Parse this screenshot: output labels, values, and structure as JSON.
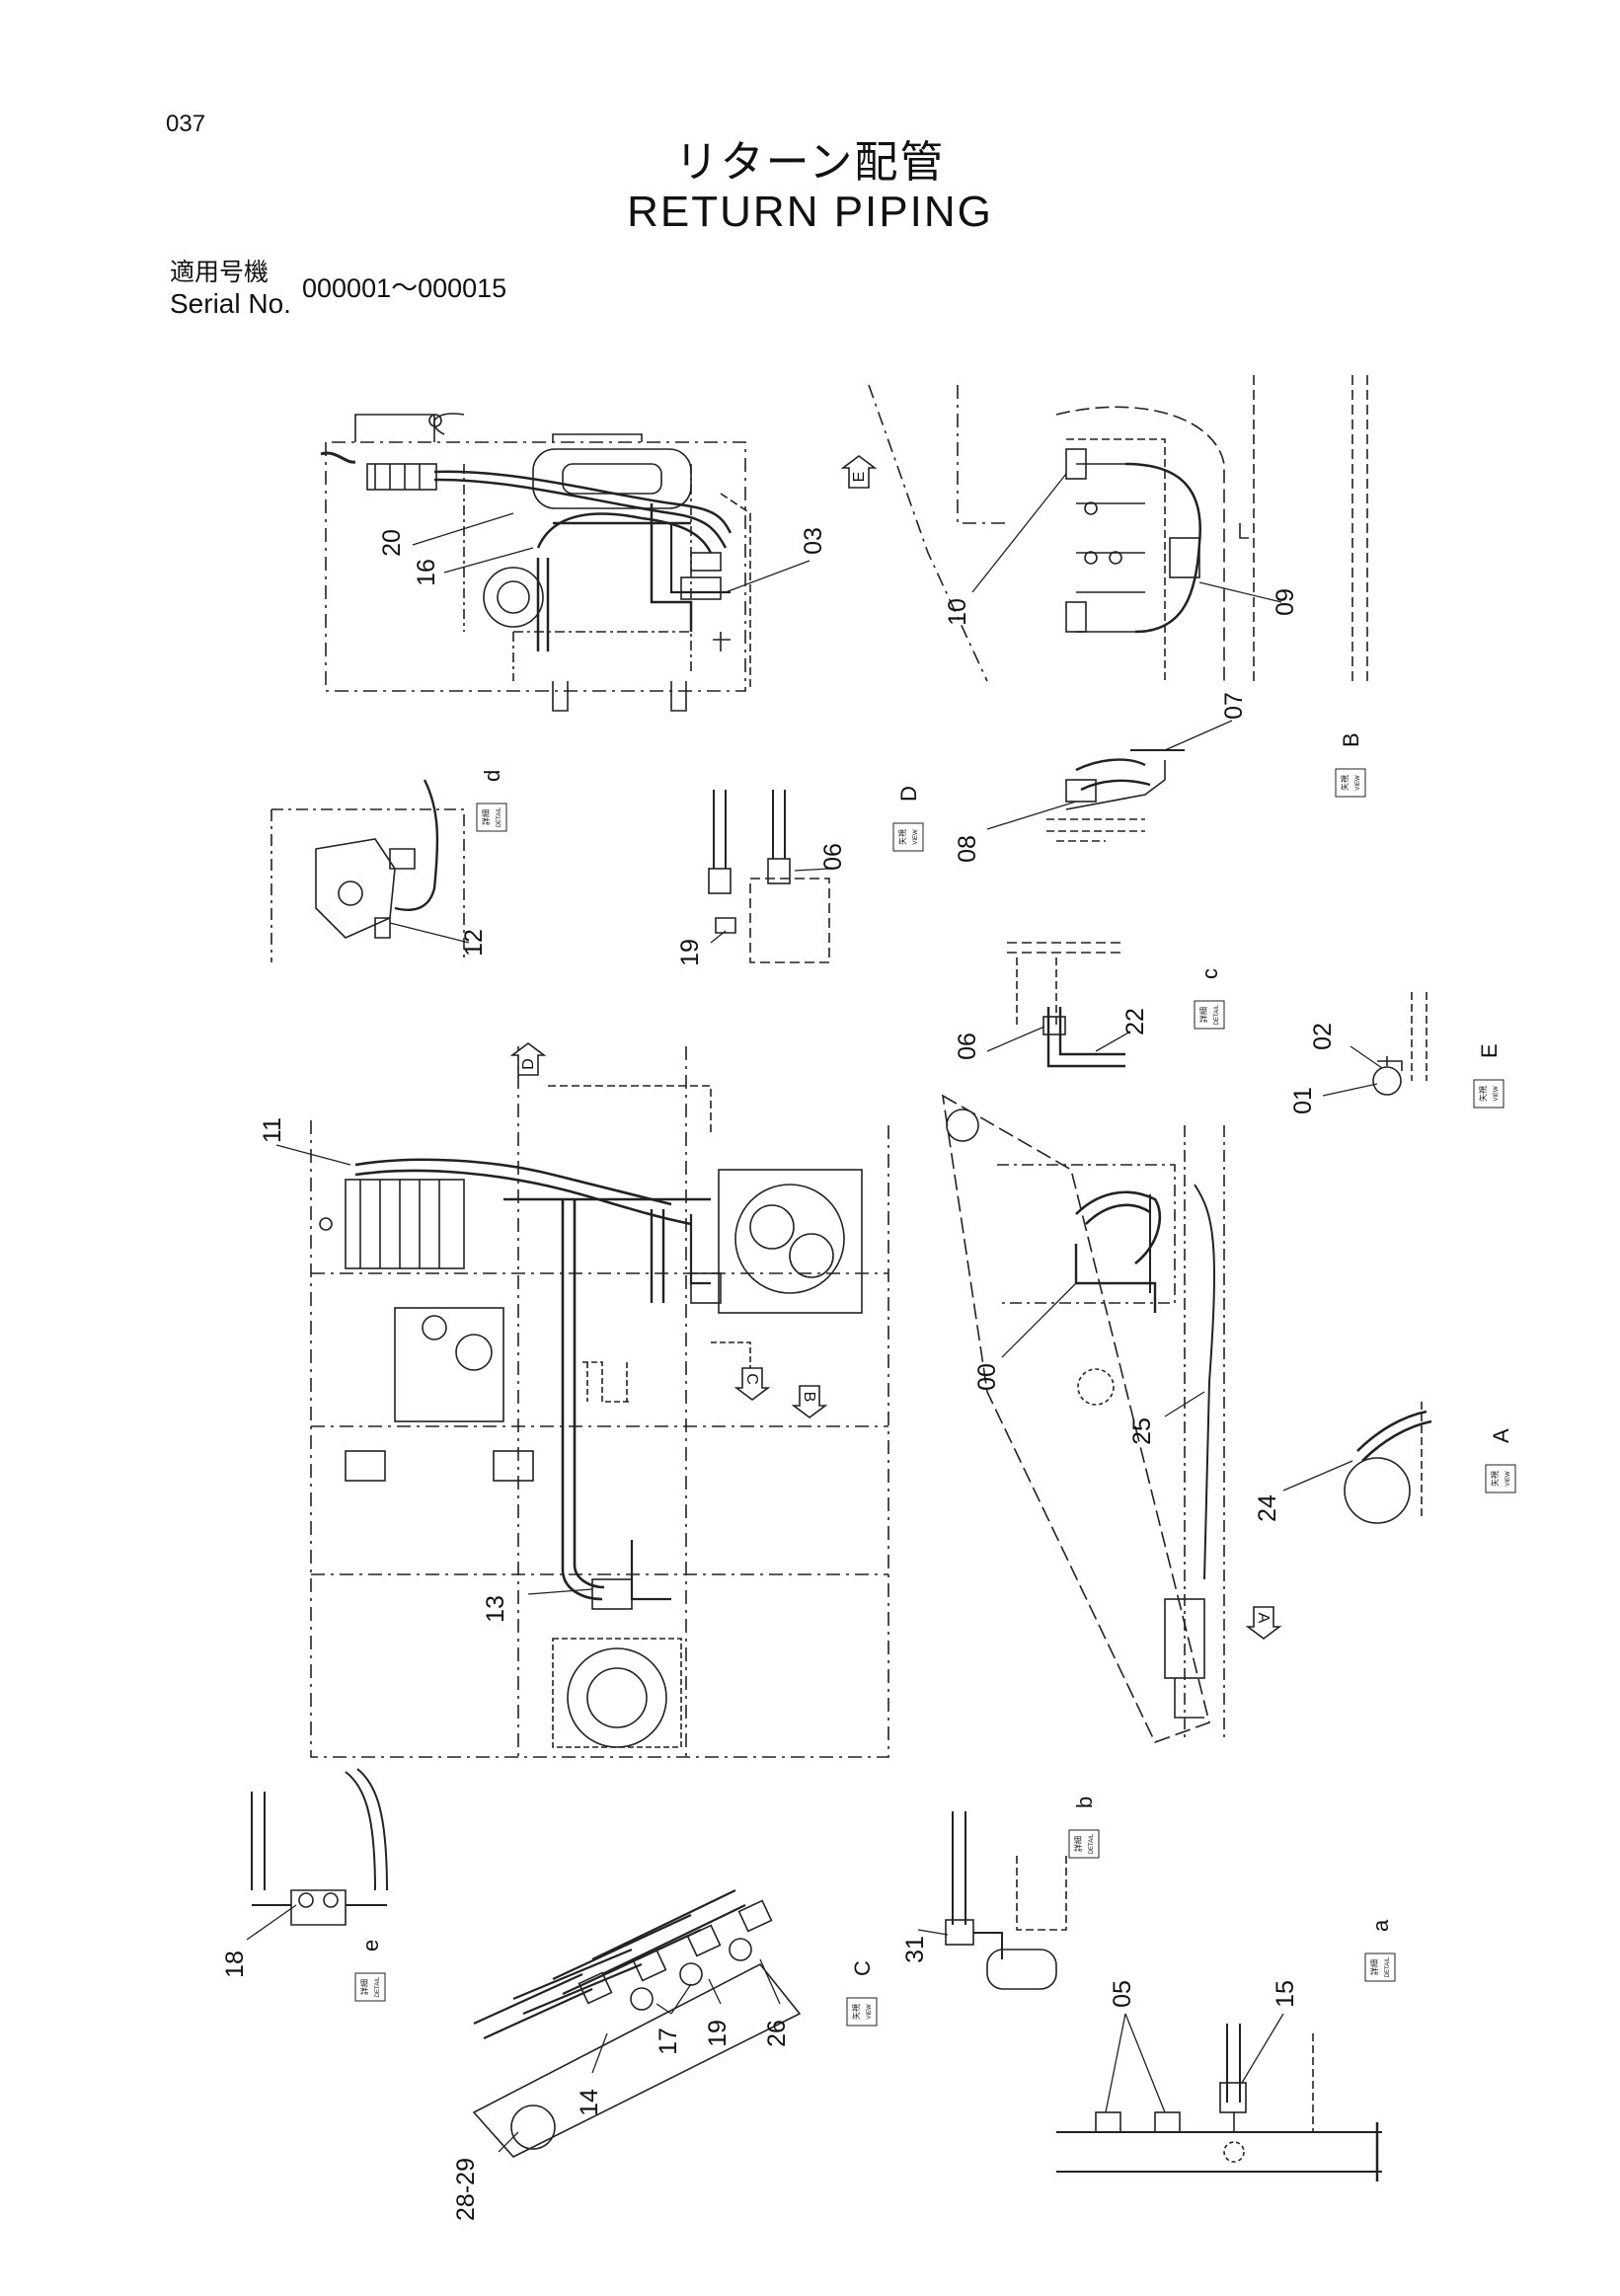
{
  "page_number": "037",
  "title_jp": "リターン配管",
  "title_en": "RETURN   PIPING",
  "serial_label_jp": "適用号機",
  "serial_label_en": "Serial No.",
  "serial_range": "000001～000015",
  "callouts": [
    "20",
    "16",
    "03",
    "10",
    "09",
    "07",
    "08",
    "06",
    "19",
    "12",
    "22",
    "06",
    "02",
    "01",
    "11",
    "00",
    "25",
    "24",
    "13",
    "18",
    "31",
    "26",
    "19",
    "17",
    "14",
    "28-29",
    "05",
    "15"
  ],
  "view_tags": [
    {
      "kind": "DETAIL",
      "jp": "詳細",
      "letter": "d"
    },
    {
      "kind": "VIEW",
      "jp": "矢視",
      "letter": "D"
    },
    {
      "kind": "VIEW",
      "jp": "矢視",
      "letter": "B"
    },
    {
      "kind": "DETAIL",
      "jp": "詳細",
      "letter": "c"
    },
    {
      "kind": "VIEW",
      "jp": "矢視",
      "letter": "E"
    },
    {
      "kind": "VIEW",
      "jp": "矢視",
      "letter": "A"
    },
    {
      "kind": "DETAIL",
      "jp": "詳細",
      "letter": "b"
    },
    {
      "kind": "DETAIL",
      "jp": "詳細",
      "letter": "e"
    },
    {
      "kind": "VIEW",
      "jp": "矢視",
      "letter": "C"
    },
    {
      "kind": "DETAIL",
      "jp": "詳細",
      "letter": "a"
    }
  ],
  "arrow_letters": [
    "E",
    "D",
    "C",
    "B",
    "A"
  ]
}
